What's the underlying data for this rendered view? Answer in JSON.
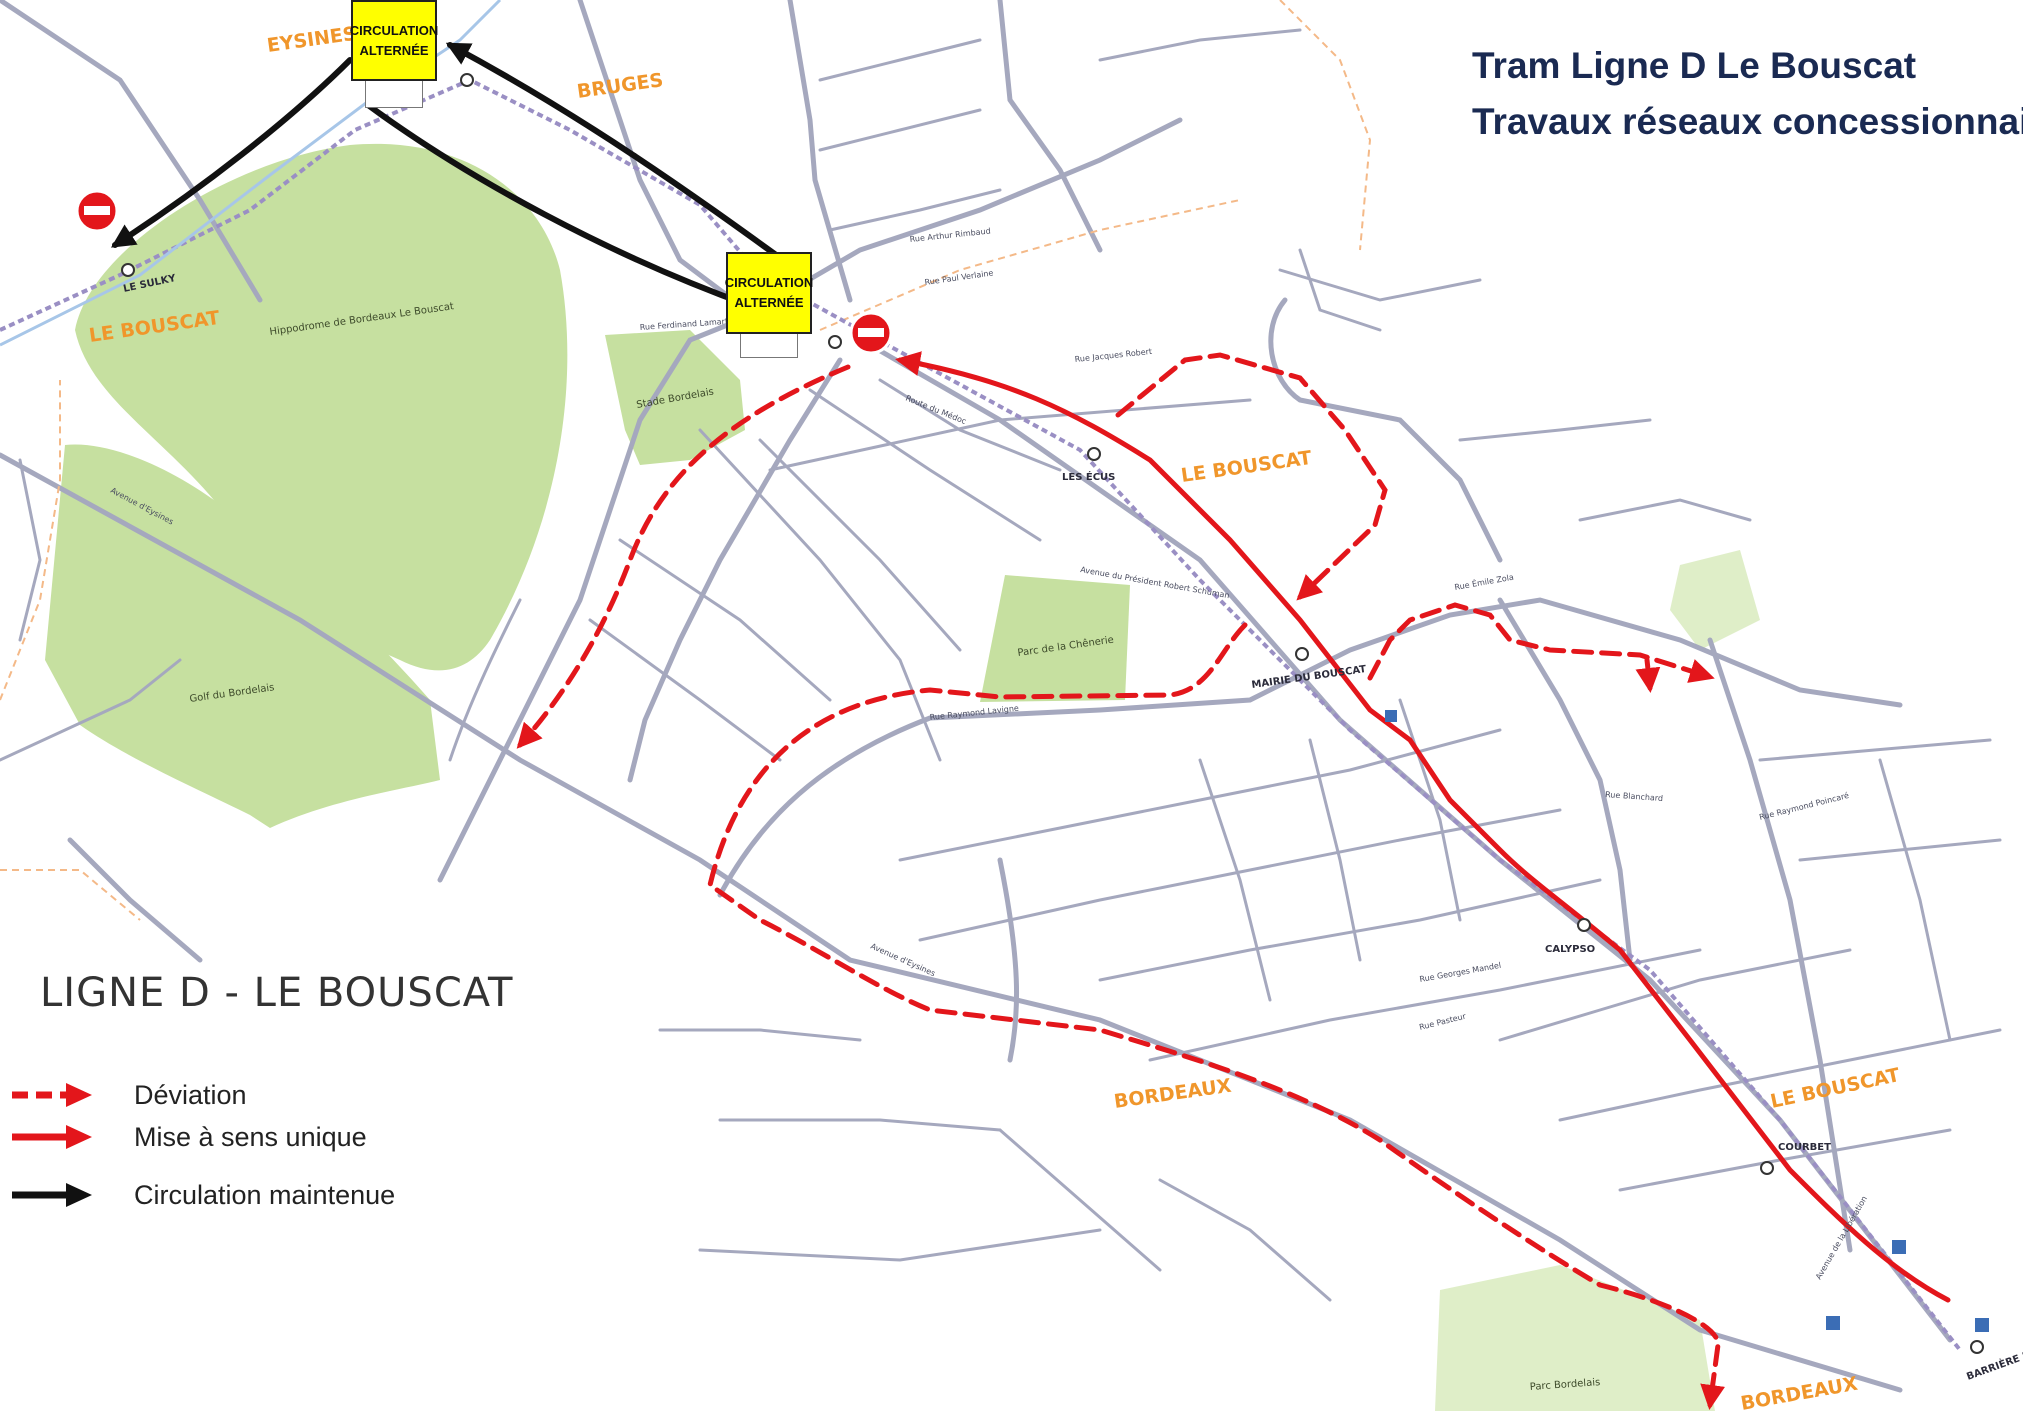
{
  "title": {
    "line1": "Tram Ligne D Le Bouscat",
    "line2": "Travaux réseaux concessionnaires"
  },
  "colors": {
    "deviation": "#e3161b",
    "one_way": "#e3161b",
    "maintained": "#111111",
    "park": "#c6e0a0",
    "road": "#a5a8be",
    "tram_line": "#9a8fc4",
    "sign_yellow": "#ffff00",
    "town_label": "#f0962b"
  },
  "signs": {
    "top": {
      "line1": "CIRCULATION",
      "line2": "ALTERNÉE"
    },
    "middle": {
      "line1": "CIRCULATION",
      "line2": "ALTERNÉE"
    }
  },
  "icons": [
    "no-entry-icon",
    "tram-station-icon",
    "parking-icon"
  ],
  "towns": {
    "eysines": "EYSINES",
    "bruges": "BRUGES",
    "le_bouscat_west": "LE BOUSCAT",
    "le_bouscat_center": "LE BOUSCAT",
    "le_bouscat_east": "LE BOUSCAT",
    "bordeaux": "BORDEAUX",
    "bordeaux_bottom": "BORDEAUX"
  },
  "stations": {
    "le_sulky": "LE SULKY",
    "les_ecus": "LES ÉCUS",
    "mairie": "MAIRIE DU BOUSCAT",
    "calypso": "CALYPSO",
    "courbet": "COURBET",
    "barriere": "BARRIÈRE DU MÉDOC"
  },
  "places": {
    "hippodrome": "Hippodrome de Bordeaux Le Bouscat",
    "golf": "Golf du Bordelais",
    "stade": "Stade Bordelais",
    "parc_chenerie": "Parc de la Chênerie",
    "parc_bordelais": "Parc Bordelais"
  },
  "streets": {
    "s1": "Avenue d'Eysines",
    "s2": "Route du Médoc",
    "s3": "Rue Raymond Lavigne",
    "s4": "Avenue du Président Robert Schuman",
    "s5": "Rue Ferdinand Lamart",
    "s6": "Rue Jacques Robert",
    "s7": "Avenue d'Eysines",
    "s8": "Rue Arthur Rimbaud",
    "s9": "Rue Paul Verlaine",
    "s10": "Rue Émile Zola",
    "s11": "Avenue de la Libération",
    "s12": "Rue Raymond Poincaré",
    "s13": "Rue Blanchard",
    "s14": "Rue Georges Mandel",
    "s15": "Rue Pasteur"
  },
  "legend": {
    "title": "LIGNE D - LE BOUSCAT",
    "items": [
      {
        "label": "Déviation",
        "style": "dashed",
        "color": "#e3161b"
      },
      {
        "label": "Mise à sens unique",
        "style": "solid",
        "color": "#e3161b"
      },
      {
        "label": "Circulation maintenue",
        "style": "solid",
        "color": "#111111"
      }
    ]
  }
}
